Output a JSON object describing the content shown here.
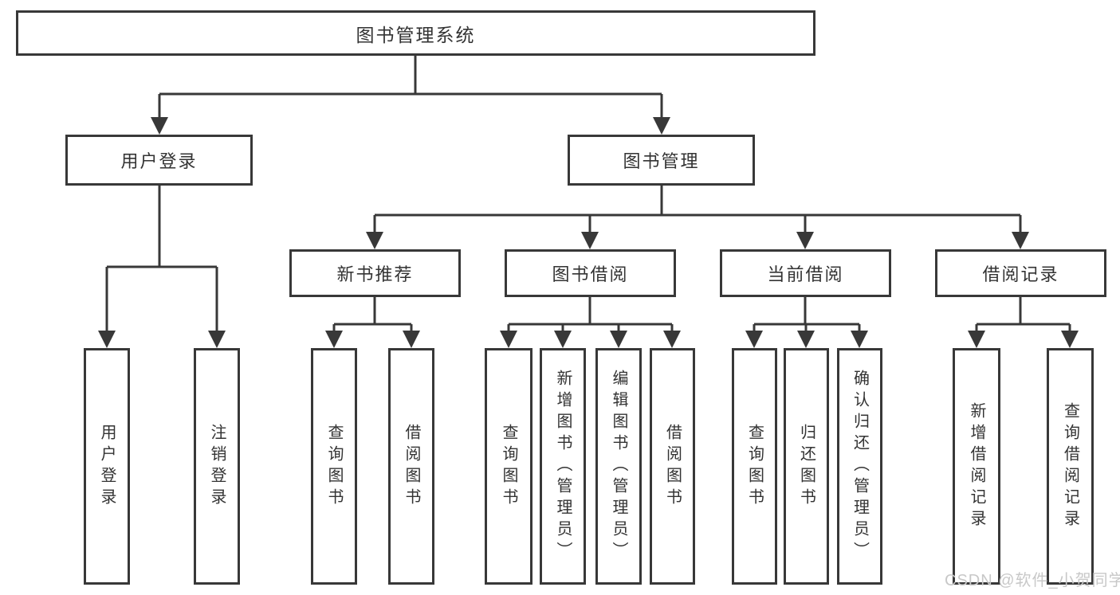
{
  "diagram": {
    "root": {
      "label": "图书管理系统"
    },
    "branches": [
      {
        "label": "用户登录",
        "children": [
          {
            "label": "用户登录"
          },
          {
            "label": "注销登录"
          }
        ]
      },
      {
        "label": "图书管理",
        "children": [
          {
            "label": "新书推荐",
            "children": [
              {
                "label": "查询图书"
              },
              {
                "label": "借阅图书"
              }
            ]
          },
          {
            "label": "图书借阅",
            "children": [
              {
                "label": "查询图书"
              },
              {
                "label": "新增图书（管理员）"
              },
              {
                "label": "编辑图书（管理员）"
              },
              {
                "label": "借阅图书"
              }
            ]
          },
          {
            "label": "当前借阅",
            "children": [
              {
                "label": "查询图书"
              },
              {
                "label": "归还图书"
              },
              {
                "label": "确认归还（管理员）"
              }
            ]
          },
          {
            "label": "借阅记录",
            "children": [
              {
                "label": "新增借阅记录"
              },
              {
                "label": "查询借阅记录"
              }
            ]
          }
        ]
      }
    ]
  },
  "watermark": {
    "text": "CSDN @软件_小贺同学"
  },
  "colors": {
    "line": "#383838",
    "text": "#333333",
    "background": "#ffffff",
    "watermark": "#c8c8c8"
  }
}
